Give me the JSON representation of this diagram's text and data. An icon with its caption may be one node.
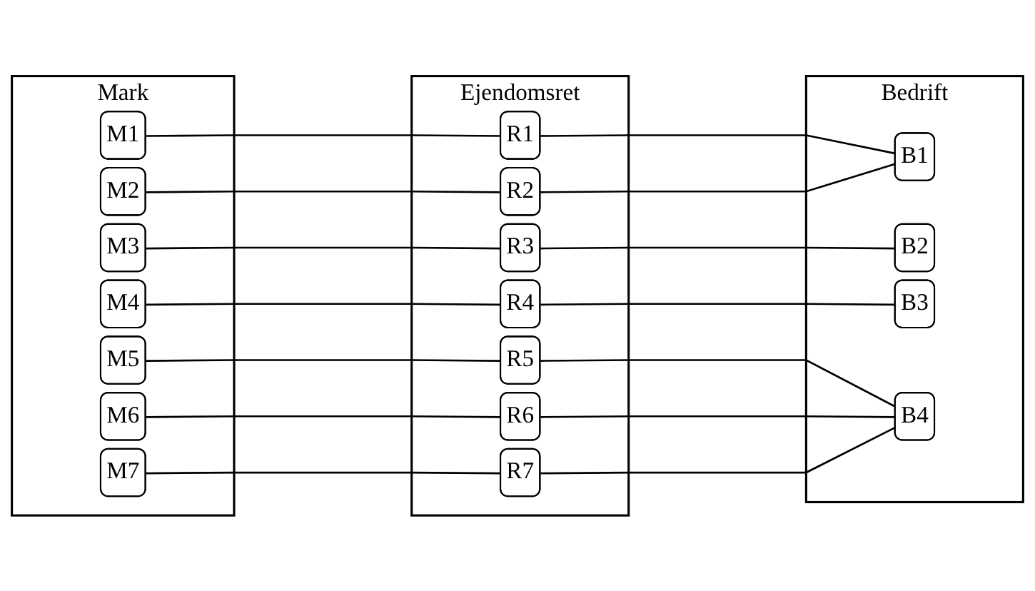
{
  "diagram": {
    "nodes": [
      {
        "text": [
          "Mark"
        ]
      },
      {
        "text": [
          "M1"
        ],
        "in": 0
      },
      {
        "text": [
          "M2"
        ],
        "in": 0
      },
      {
        "text": [
          "M3"
        ],
        "in": 0
      },
      {
        "text": [
          "M4"
        ],
        "in": 0
      },
      {
        "text": [
          "M5"
        ],
        "in": 0
      },
      {
        "text": [
          "M6"
        ],
        "in": 0
      },
      {
        "text": [
          "M7"
        ],
        "in": 0
      },
      {
        "text": [
          "Ejendomsret"
        ]
      },
      {
        "text": [
          "R1"
        ],
        "in": 8
      },
      {
        "text": [
          "R2"
        ],
        "in": 8
      },
      {
        "text": [
          "R3"
        ],
        "in": 8
      },
      {
        "text": [
          "R4"
        ],
        "in": 8
      },
      {
        "text": [
          "R5"
        ],
        "in": 8
      },
      {
        "text": [
          "R6"
        ],
        "in": 8
      },
      {
        "text": [
          "R7"
        ],
        "in": 8
      },
      {
        "text": [
          "Bedrift"
        ]
      },
      {
        "text": [
          "B1"
        ],
        "in": 16
      },
      {
        "text": [
          "B2"
        ],
        "in": 16
      },
      {
        "text": [
          "B3"
        ],
        "in": 16
      },
      {
        "text": [
          "B4"
        ],
        "in": 16
      }
    ],
    "edges": [
      {
        "from": 1,
        "to": 9,
        "arrow": "none"
      },
      {
        "from": 9,
        "to": 17,
        "arrow": "none"
      },
      {
        "from": 2,
        "to": 10,
        "arrow": "none"
      },
      {
        "from": 10,
        "to": 17,
        "arrow": "none"
      },
      {
        "from": 3,
        "to": 11,
        "arrow": "none"
      },
      {
        "from": 11,
        "to": 18,
        "arrow": "none"
      },
      {
        "from": 4,
        "to": 12,
        "arrow": "none"
      },
      {
        "from": 12,
        "to": 19,
        "arrow": "none"
      },
      {
        "from": 5,
        "to": 13,
        "arrow": "none"
      },
      {
        "from": 13,
        "to": 20,
        "arrow": "none"
      },
      {
        "from": 6,
        "to": 14,
        "arrow": "none"
      },
      {
        "from": 14,
        "to": 20,
        "arrow": "none"
      },
      {
        "from": 7,
        "to": 15,
        "arrow": "none"
      },
      {
        "from": 15,
        "to": 20,
        "arrow": "none"
      }
    ]
  }
}
